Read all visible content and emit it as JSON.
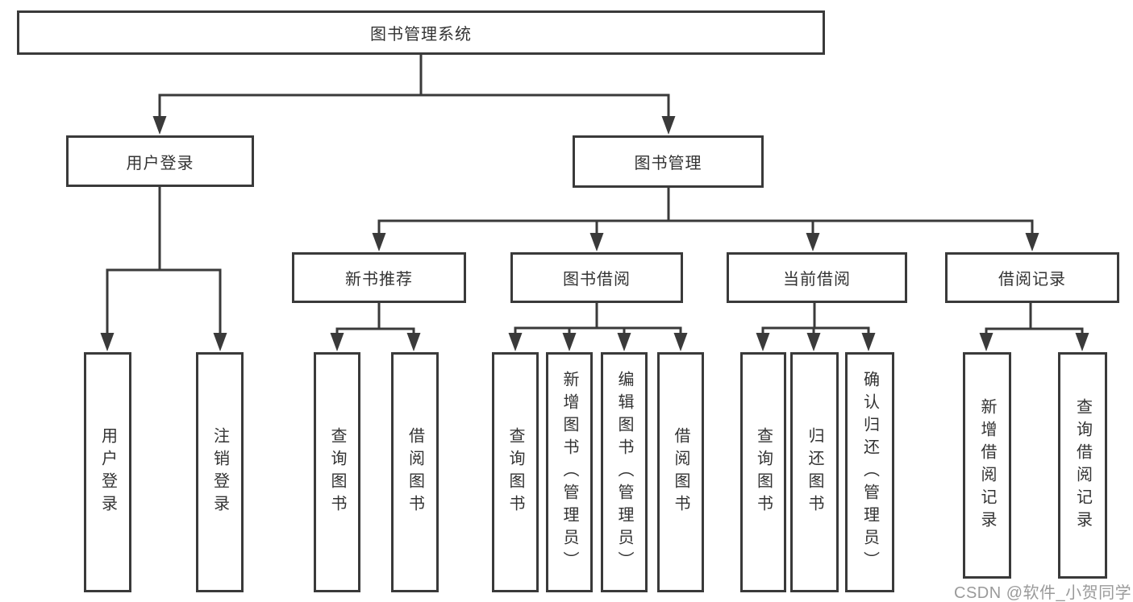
{
  "diagram": {
    "root": {
      "label": "图书管理系统"
    },
    "level2": [
      {
        "label": "用户登录",
        "children": [
          {
            "label": "用户登录"
          },
          {
            "label": "注销登录"
          }
        ]
      },
      {
        "label": "图书管理",
        "children": [
          {
            "label": "新书推荐",
            "children": [
              {
                "label": "查询图书"
              },
              {
                "label": "借阅图书"
              }
            ]
          },
          {
            "label": "图书借阅",
            "children": [
              {
                "label": "查询图书"
              },
              {
                "label": "新增图书（管理员）"
              },
              {
                "label": "编辑图书（管理员）"
              },
              {
                "label": "借阅图书"
              }
            ]
          },
          {
            "label": "当前借阅",
            "children": [
              {
                "label": "查询图书"
              },
              {
                "label": "归还图书"
              },
              {
                "label": "确认归还（管理员）"
              }
            ]
          },
          {
            "label": "借阅记录",
            "children": [
              {
                "label": "新增借阅记录"
              },
              {
                "label": "查询借阅记录"
              }
            ]
          }
        ]
      }
    ]
  },
  "watermark": {
    "text": "CSDN @软件_小贺同学"
  },
  "colors": {
    "line": "#3a3a3a",
    "text": "#333333",
    "watermark": "#9a9a9a",
    "background": "#ffffff"
  }
}
